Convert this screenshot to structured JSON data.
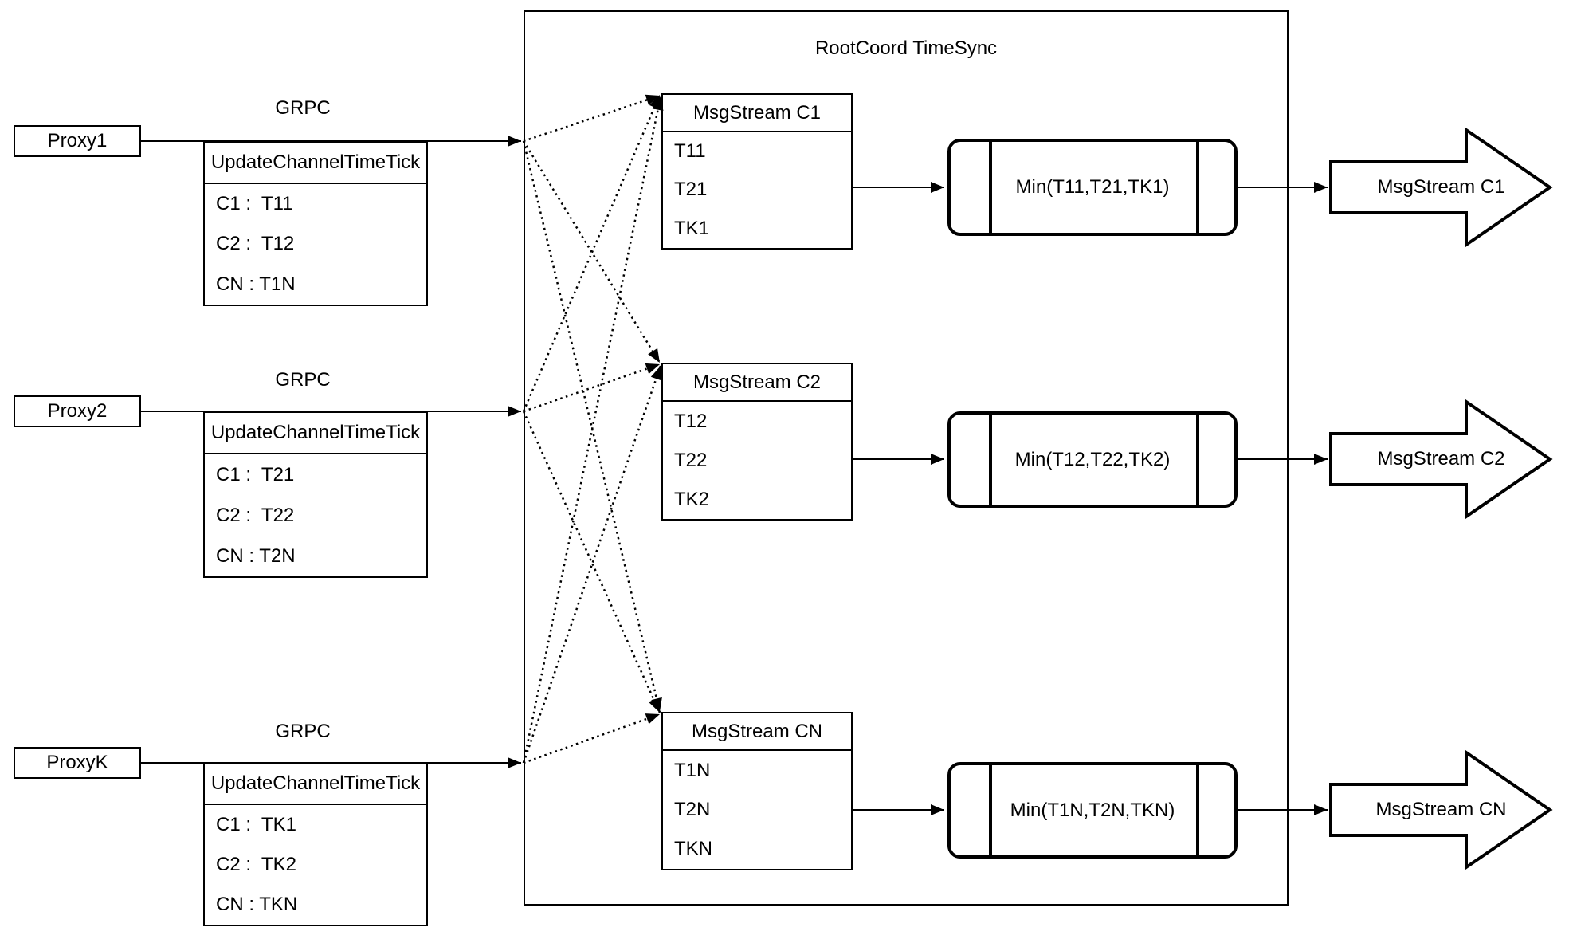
{
  "title": "RootCoord TimeSync",
  "rows": [
    {
      "proxy_label": "Proxy1",
      "grpc_label": "GRPC",
      "tick_table": {
        "header": "UpdateChannelTimeTick",
        "entries": [
          "C1 :  T11",
          "C2 :  T12",
          "CN : T1N"
        ]
      },
      "stream_table": {
        "header": "MsgStream C1",
        "entries": [
          "T11",
          "T21",
          "TK1"
        ]
      },
      "min_label": "Min(T11,T21,TK1)",
      "output_arrow_label": "MsgStream C1"
    },
    {
      "proxy_label": "Proxy2",
      "grpc_label": "GRPC",
      "tick_table": {
        "header": "UpdateChannelTimeTick",
        "entries": [
          "C1 :  T21",
          "C2 :  T22",
          "CN : T2N"
        ]
      },
      "stream_table": {
        "header": "MsgStream C2",
        "entries": [
          "T12",
          "T22",
          "TK2"
        ]
      },
      "min_label": "Min(T12,T22,TK2)",
      "output_arrow_label": "MsgStream C2"
    },
    {
      "proxy_label": "ProxyK",
      "grpc_label": "GRPC",
      "tick_table": {
        "header": "UpdateChannelTimeTick",
        "entries": [
          "C1 :  TK1",
          "C2 :  TK2",
          "CN : TKN"
        ]
      },
      "stream_table": {
        "header": "MsgStream CN",
        "entries": [
          "T1N",
          "T2N",
          "TKN"
        ]
      },
      "min_label": "Min(T1N,T2N,TKN)",
      "output_arrow_label": "MsgStream CN"
    }
  ]
}
